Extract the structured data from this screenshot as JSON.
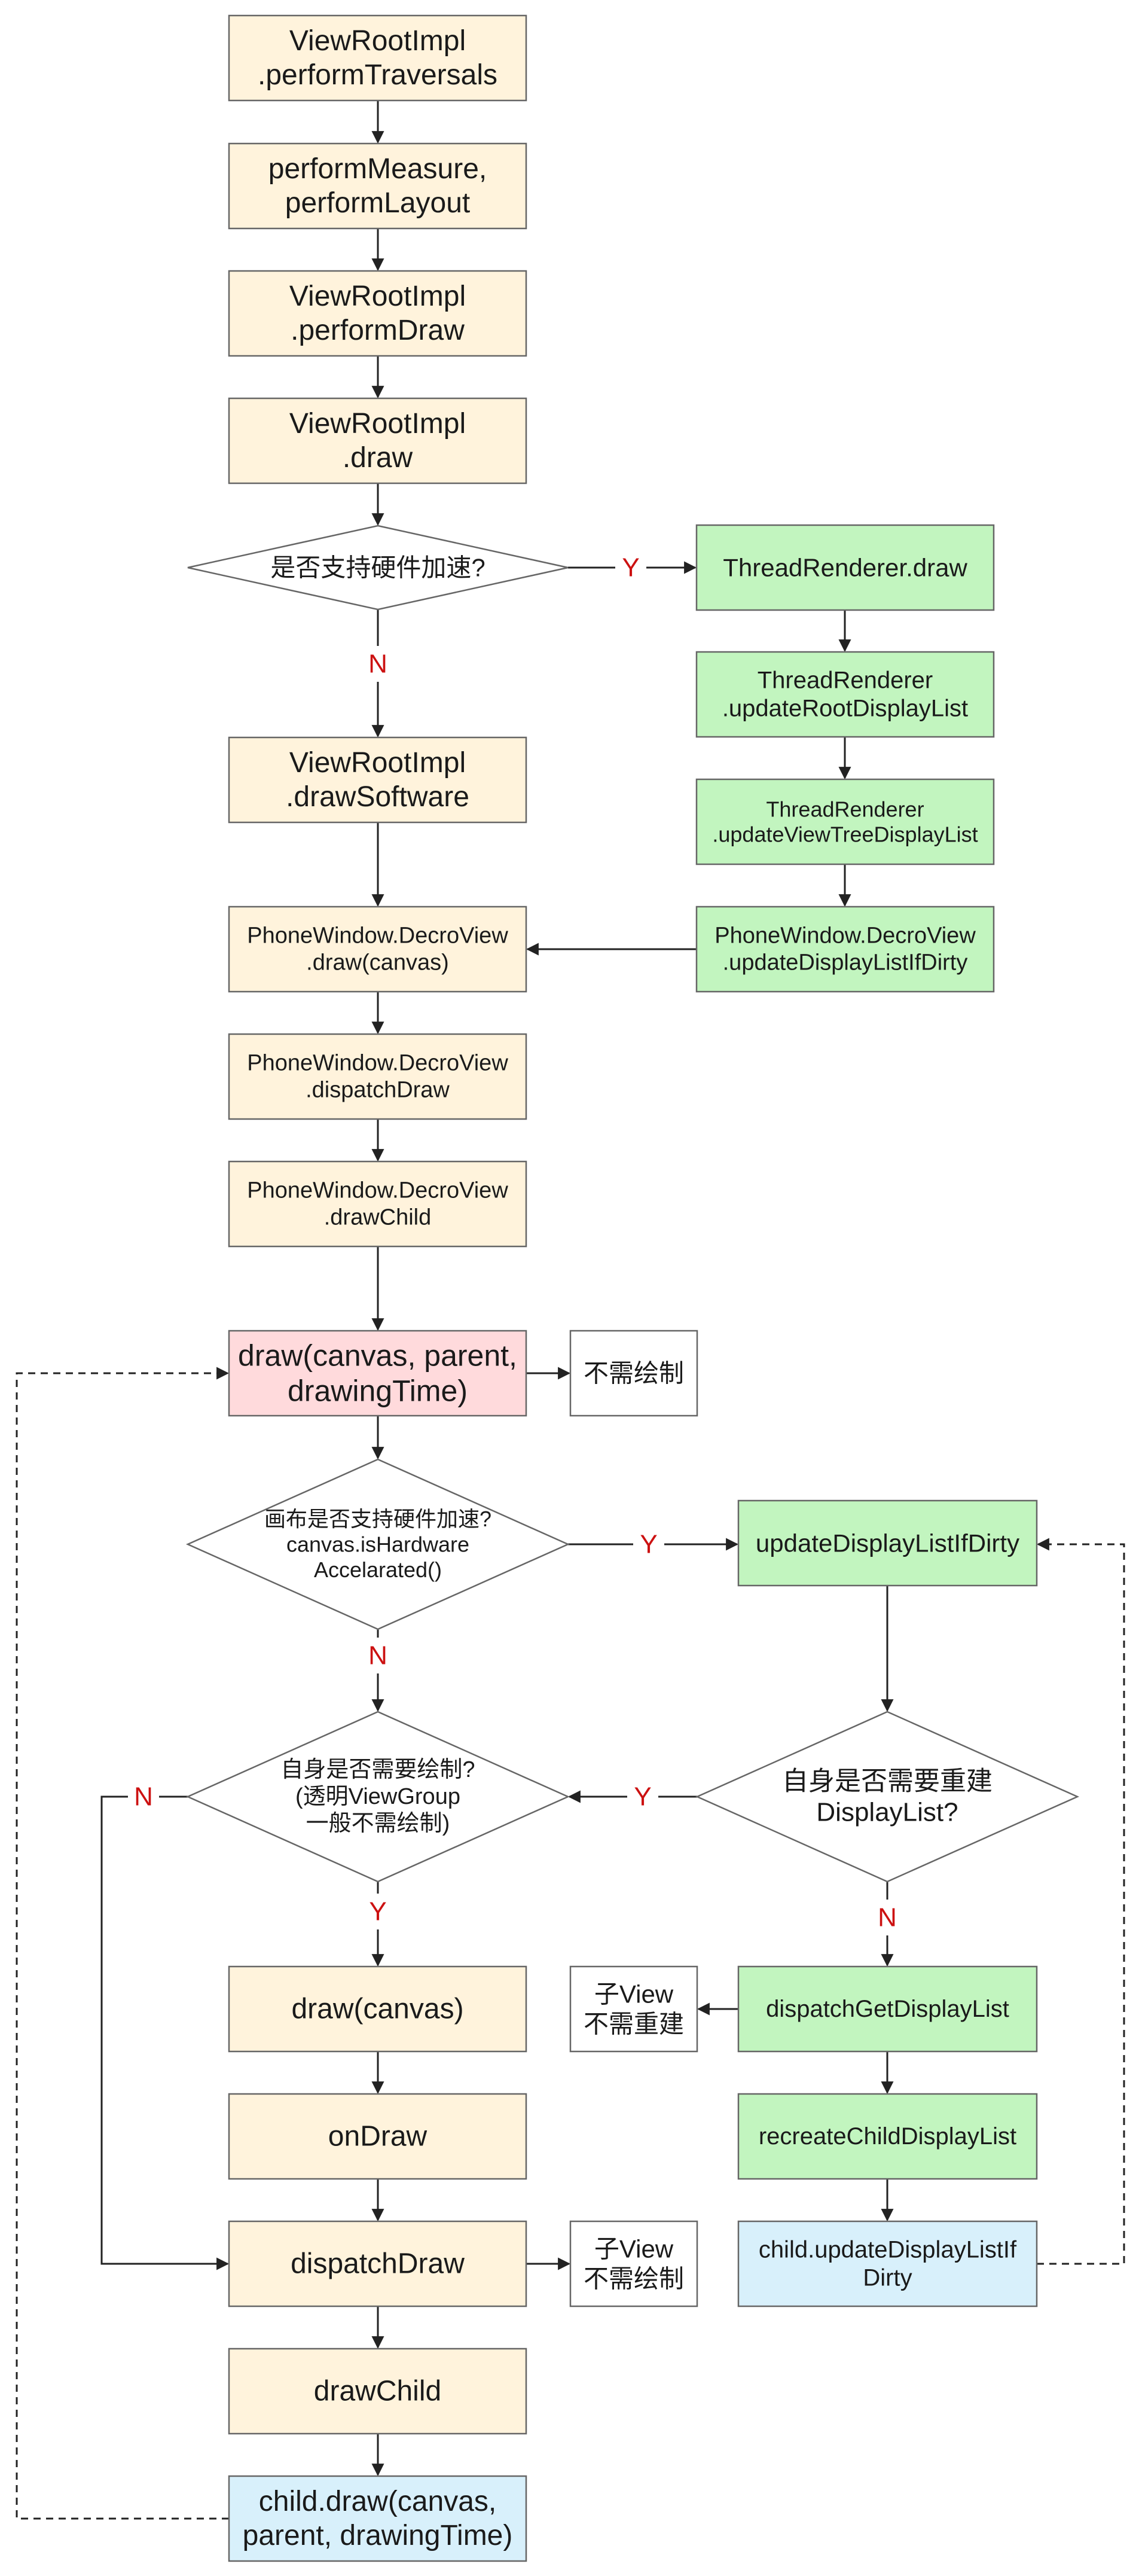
{
  "colors": {
    "process": "#fff3dc",
    "hardware": "#c2f5bf",
    "highlight": "#ffdadc",
    "child": "#d8f0fb",
    "plain": "#ffffff",
    "edge_label": "#cc1111"
  },
  "nodes": [
    {
      "id": "n1",
      "style": "process",
      "lines": [
        "ViewRootImpl",
        ".performTraversals"
      ]
    },
    {
      "id": "n2",
      "style": "process",
      "lines": [
        "performMeasure,",
        "performLayout"
      ]
    },
    {
      "id": "n3",
      "style": "process",
      "lines": [
        "ViewRootImpl",
        ".performDraw"
      ]
    },
    {
      "id": "n4",
      "style": "process",
      "lines": [
        "ViewRootImpl",
        ".draw"
      ]
    },
    {
      "id": "d1",
      "style": "decision",
      "lines": [
        "是否支持硬件加速?"
      ]
    },
    {
      "id": "h1",
      "style": "hardware",
      "lines": [
        "ThreadRenderer.draw"
      ]
    },
    {
      "id": "h2",
      "style": "hardware",
      "lines": [
        "ThreadRenderer",
        ".updateRootDisplayList"
      ]
    },
    {
      "id": "h3",
      "style": "hardware",
      "lines": [
        "ThreadRenderer",
        ".updateViewTreeDisplayList"
      ]
    },
    {
      "id": "h4",
      "style": "hardware",
      "lines": [
        "PhoneWindow.DecroView",
        ".updateDisplayListIfDirty"
      ]
    },
    {
      "id": "n5",
      "style": "process",
      "lines": [
        "ViewRootImpl",
        ".drawSoftware"
      ]
    },
    {
      "id": "n6",
      "style": "process",
      "lines": [
        "PhoneWindow.DecroView",
        ".draw(canvas)"
      ]
    },
    {
      "id": "n7",
      "style": "process",
      "lines": [
        "PhoneWindow.DecroView",
        ".dispatchDraw"
      ]
    },
    {
      "id": "n8",
      "style": "process",
      "lines": [
        "PhoneWindow.DecroView",
        ".drawChild"
      ]
    },
    {
      "id": "n9",
      "style": "highlight",
      "lines": [
        "draw(canvas, parent,",
        "drawingTime)"
      ]
    },
    {
      "id": "w1",
      "style": "plain",
      "lines": [
        "不需绘制"
      ]
    },
    {
      "id": "d2",
      "style": "decision",
      "lines": [
        "画布是否支持硬件加速?",
        "canvas.isHardware",
        "Accelarated()"
      ]
    },
    {
      "id": "h5",
      "style": "hardware",
      "lines": [
        "updateDisplayListIfDirty"
      ]
    },
    {
      "id": "d3",
      "style": "decision",
      "lines": [
        "自身是否需要绘制?",
        "(透明ViewGroup",
        "一般不需绘制)"
      ]
    },
    {
      "id": "d4",
      "style": "decision",
      "lines": [
        "自身是否需要重建",
        "DisplayList?"
      ]
    },
    {
      "id": "n10",
      "style": "process",
      "lines": [
        "draw(canvas)"
      ]
    },
    {
      "id": "w2",
      "style": "plain",
      "lines": [
        "子View",
        "不需重建"
      ]
    },
    {
      "id": "h6",
      "style": "hardware",
      "lines": [
        "dispatchGetDisplayList"
      ]
    },
    {
      "id": "n11",
      "style": "process",
      "lines": [
        "onDraw"
      ]
    },
    {
      "id": "h7",
      "style": "hardware",
      "lines": [
        "recreateChildDisplayList"
      ]
    },
    {
      "id": "n12",
      "style": "process",
      "lines": [
        "dispatchDraw"
      ]
    },
    {
      "id": "w3",
      "style": "plain",
      "lines": [
        "子View",
        "不需绘制"
      ]
    },
    {
      "id": "c1",
      "style": "child",
      "lines": [
        "child.updateDisplayListIf",
        "Dirty"
      ]
    },
    {
      "id": "n13",
      "style": "process",
      "lines": [
        "drawChild"
      ]
    },
    {
      "id": "c2",
      "style": "child",
      "lines": [
        "child.draw(canvas,",
        "parent, drawingTime)"
      ]
    }
  ],
  "edges": [
    {
      "id": "e1",
      "from": "n1",
      "to": "n2"
    },
    {
      "id": "e2",
      "from": "n2",
      "to": "n3"
    },
    {
      "id": "e3",
      "from": "n3",
      "to": "n4"
    },
    {
      "id": "e4",
      "from": "n4",
      "to": "d1"
    },
    {
      "id": "e5",
      "from": "d1",
      "to": "h1",
      "label": "Y"
    },
    {
      "id": "e6",
      "from": "d1",
      "to": "n5",
      "label": "N"
    },
    {
      "id": "e7",
      "from": "h1",
      "to": "h2"
    },
    {
      "id": "e8",
      "from": "h2",
      "to": "h3"
    },
    {
      "id": "e9",
      "from": "h3",
      "to": "h4"
    },
    {
      "id": "e10",
      "from": "h4",
      "to": "n6"
    },
    {
      "id": "e11",
      "from": "n5",
      "to": "n6"
    },
    {
      "id": "e12",
      "from": "n6",
      "to": "n7"
    },
    {
      "id": "e13",
      "from": "n7",
      "to": "n8"
    },
    {
      "id": "e14",
      "from": "n8",
      "to": "n9"
    },
    {
      "id": "e15",
      "from": "n9",
      "to": "w1"
    },
    {
      "id": "e16",
      "from": "n9",
      "to": "d2"
    },
    {
      "id": "e17",
      "from": "d2",
      "to": "h5",
      "label": "Y"
    },
    {
      "id": "e18",
      "from": "d2",
      "to": "d3",
      "label": "N"
    },
    {
      "id": "e19",
      "from": "h5",
      "to": "d4"
    },
    {
      "id": "e20",
      "from": "d4",
      "to": "d3",
      "label": "Y"
    },
    {
      "id": "e21",
      "from": "d4",
      "to": "h6",
      "label": "N"
    },
    {
      "id": "e22",
      "from": "d3",
      "to": "n10",
      "label": "Y"
    },
    {
      "id": "e23",
      "from": "d3",
      "to": "n12",
      "label": "N"
    },
    {
      "id": "e24",
      "from": "n10",
      "to": "n11"
    },
    {
      "id": "e25",
      "from": "n11",
      "to": "n12"
    },
    {
      "id": "e26",
      "from": "n12",
      "to": "w3"
    },
    {
      "id": "e27",
      "from": "n12",
      "to": "n13"
    },
    {
      "id": "e28",
      "from": "n13",
      "to": "c2"
    },
    {
      "id": "e29",
      "from": "h6",
      "to": "w2"
    },
    {
      "id": "e30",
      "from": "h6",
      "to": "h7"
    },
    {
      "id": "e31",
      "from": "h7",
      "to": "c1"
    },
    {
      "id": "e32",
      "from": "c1",
      "to": "h5",
      "style": "dashed"
    },
    {
      "id": "e33",
      "from": "c2",
      "to": "n9",
      "style": "dashed"
    }
  ]
}
